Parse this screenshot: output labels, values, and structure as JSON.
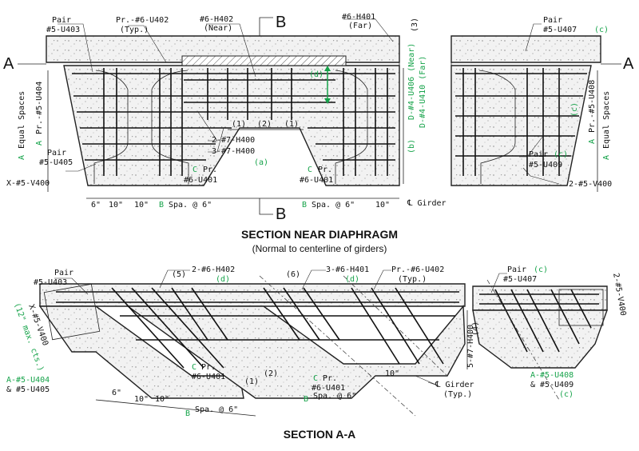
{
  "colors": {
    "highlight": "#16a34a",
    "ink": "#111111"
  },
  "top": {
    "title": "SECTION NEAR DIAPHRAGM",
    "subtitle": "(Normal to centerline of girders)",
    "cut_a": "A",
    "cut_b": "B",
    "labels": {
      "pair_u403": [
        "Pair",
        "#5-U403"
      ],
      "pr_u402": [
        "Pr.-#6-U402",
        "(Typ.)"
      ],
      "h402": [
        "#6-H402",
        "(Near)"
      ],
      "h401": [
        "#6-H401",
        "(Far)"
      ],
      "n3": "(3)",
      "pair_u407": "Pair",
      "u407": "#5-U407",
      "c": "(c)",
      "a": "A",
      "pr_u404": "Pr.-#5-U404",
      "equal_spaces": "Equal Spaces",
      "pair_u405": [
        "Pair",
        "#5-U405"
      ],
      "x_v400": "X-#5-V400",
      "d": "(d)",
      "d_u406": "D-#4-U406 (Near)",
      "d_u410": "D-#4-U410 (Far)",
      "b": "(b)",
      "one": "(1)",
      "two": "(2)",
      "h400_2": "2-#7-H400",
      "h400_3": "3-#7-H400",
      "a_paren": "(a)",
      "cpr": "C",
      "pr": "Pr.",
      "u401": "#6-U401",
      "dim6": "6\"",
      "dim10": "10\"",
      "bspa": "B",
      "spa6": "Spa. @ 6\"",
      "girder": "℄ Girder",
      "pr_u408": "Pr.-#5-U408",
      "pair_c": "Pair",
      "u409": "#5-U409",
      "v400_2": "2-#5-V400"
    }
  },
  "bottom": {
    "title": "SECTION A-A",
    "labels": {
      "pair_u403": [
        "Pair",
        "#5-U403"
      ],
      "max_cts": "(12\" max. cts.)",
      "x_v400": "X-#5-V400",
      "a_u404": "A-#5-U404",
      "u405": "& #5-U405",
      "n5": "(5)",
      "n6": "(6)",
      "h402": "2-#6-H402",
      "h401": "3-#6-H401",
      "d": "(d)",
      "pr_u402": [
        "Pr.-#6-U402",
        "(Typ.)"
      ],
      "h400": "5-#7-H400",
      "n4": "(4)",
      "pair_u407": [
        "Pair",
        "#5-U407"
      ],
      "c": "(c)",
      "v400_2": "2-#5-V400",
      "a_u408": "A-#5-U408",
      "u409": "& #5-U409",
      "c_pr": "C",
      "pr": "Pr.",
      "u401": "#6-U401",
      "dim6": "6\"",
      "dim10": "10\"",
      "b": "B",
      "spa6": "Spa. @ 6\"",
      "one": "(1)",
      "two": "(2)",
      "girder": "℄ Girder",
      "typ": "(Typ.)"
    }
  }
}
